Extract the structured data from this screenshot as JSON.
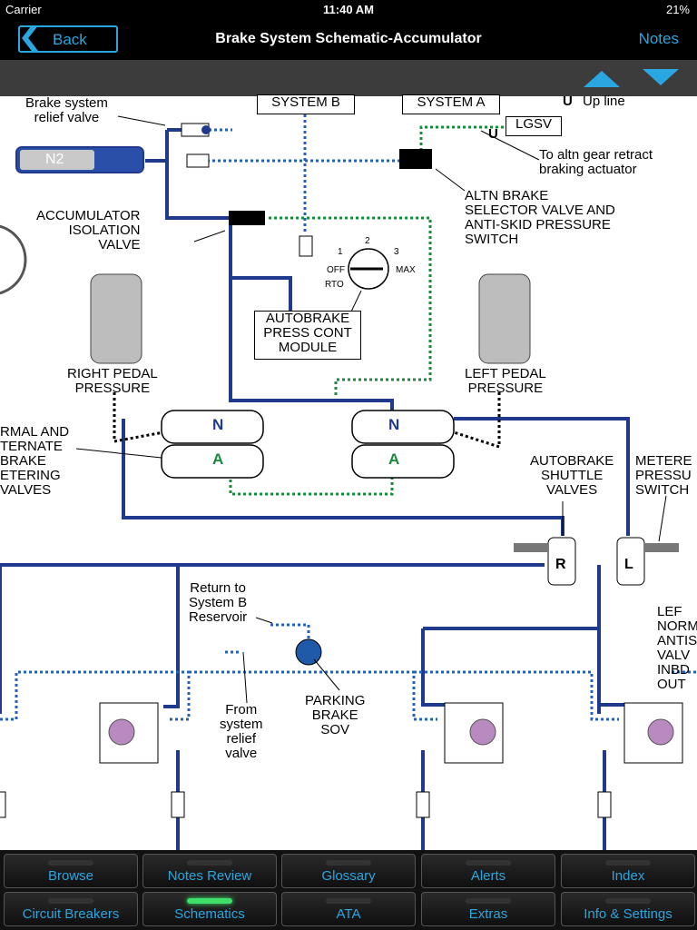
{
  "status": {
    "carrier": "Carrier",
    "time": "11:40 AM",
    "battery": "21%"
  },
  "nav": {
    "back": "Back",
    "title": "Brake System Schematic-Accumulator",
    "notes": "Notes"
  },
  "labels": {
    "brake_relief": "Brake system\nrelief valve",
    "system_b": "SYSTEM B",
    "system_a": "SYSTEM A",
    "u_marker": "U",
    "up_line": "Up line",
    "lgsv": "LGSV",
    "n2": "N2",
    "altn_gear": "To altn gear retract\nbraking actuator",
    "acc_isolation": "ACCUMULATOR\nISOLATION\nVALVE",
    "altn_brake": "ALTN BRAKE\nSELECTOR VALVE AND\nANTI-SKID PRESSURE\nSWITCH",
    "autobrake_module": "AUTOBRAKE\nPRESS CONT\nMODULE",
    "right_pedal": "RIGHT PEDAL\nPRESSURE",
    "left_pedal": "LEFT PEDAL\nPRESSURE",
    "normal_alt": "RMAL AND\nTERNATE\nBRAKE\nETERING\nVALVES",
    "autobrake_shuttle": "AUTOBRAKE\nSHUTTLE\nVALVES",
    "metered": "METERE\nPRESSU\nSWITCH",
    "return_b": "Return to\nSystem B\nReservoir",
    "from_relief": "From\nsystem\nrelief\nvalve",
    "parking": "PARKING\nBRAKE\nSOV",
    "left_normal": "LEF\nNORM\nANTIS\nVALV\nINBD\nOUT",
    "dial_off": "OFF",
    "dial_rto": "RTO",
    "dial_max": "MAX",
    "dial_1": "1",
    "dial_2": "2",
    "dial_3": "3",
    "n_label": "N",
    "a_label": "A",
    "r_label": "R",
    "l_label": "L"
  },
  "tabs": [
    {
      "label": "Browse",
      "active": false
    },
    {
      "label": "Notes Review",
      "active": false
    },
    {
      "label": "Glossary",
      "active": false
    },
    {
      "label": "Alerts",
      "active": false
    },
    {
      "label": "Index",
      "active": false
    },
    {
      "label": "Circuit Breakers",
      "active": false
    },
    {
      "label": "Schematics",
      "active": true
    },
    {
      "label": "ATA",
      "active": false
    },
    {
      "label": "Extras",
      "active": false
    },
    {
      "label": "Info & Settings",
      "active": false
    }
  ],
  "colors": {
    "accent": "#2aa6e0",
    "hydraulic_blue": "#1f3a8c",
    "green_line": "#1a8a3c",
    "active_nub": "#3ee06a"
  }
}
